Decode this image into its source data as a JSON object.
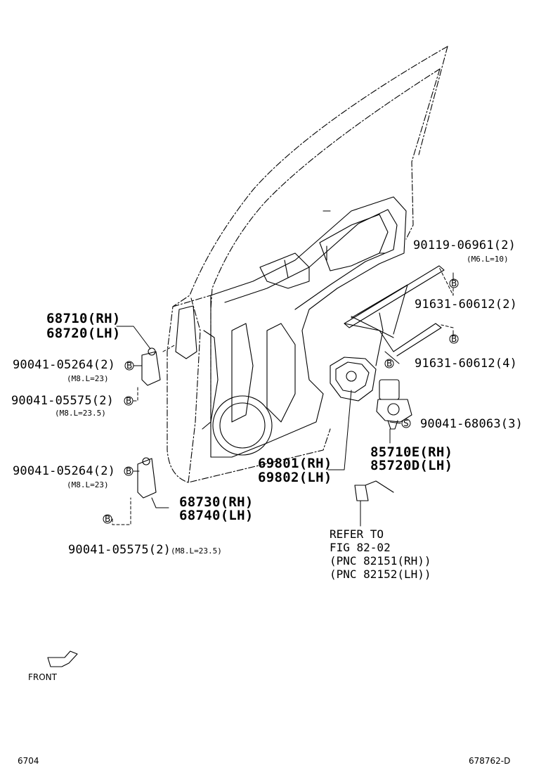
{
  "parts": {
    "hinge_upper_rh": "68710(RH)",
    "hinge_upper_lh": "68720(LH)",
    "bolt_upper_a": "90041-05264(2)",
    "bolt_upper_a_spec": "(M8.L=23)",
    "bolt_upper_b": "90041-05575(2)",
    "bolt_upper_b_spec": "(M8.L=23.5)",
    "bolt_lower_a": "90041-05264(2)",
    "bolt_lower_a_spec": "(M8.L=23)",
    "hinge_lower_rh": "68730(RH)",
    "hinge_lower_lh": "68740(LH)",
    "bolt_lower_b": "90041-05575(2)",
    "bolt_lower_b_spec": "(M8.L=23.5)",
    "bolt_top": "90119-06961(2)",
    "bolt_top_spec": "(M6.L=10)",
    "bolt_mid_upper": "91631-60612(2)",
    "bolt_mid_lower": "91631-60612(4)",
    "screw_motor": "90041-68063(3)",
    "motor_rh": "85710E(RH)",
    "motor_lh": "85720D(LH)",
    "regulator_rh": "69801(RH)",
    "regulator_lh": "69802(LH)",
    "refer_line1": "REFER TO",
    "refer_line2": "FIG 82-02",
    "refer_line3": "(PNC 82151(RH))",
    "refer_line4": "(PNC 82152(LH))"
  },
  "markers": {
    "b": "B",
    "s": "S"
  },
  "front_label": "FRONT",
  "footer": {
    "left": "6704",
    "right": "678762-D"
  }
}
